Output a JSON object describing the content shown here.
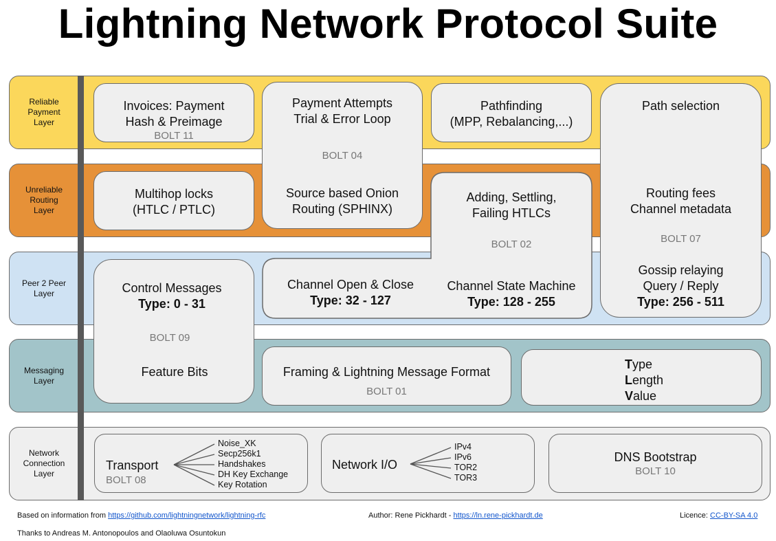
{
  "title": "Lightning Network Protocol Suite",
  "layers": [
    {
      "name": "Reliable\nPayment\nLayer",
      "color": "#fbd75b"
    },
    {
      "name": "Unreliable\nRouting\nLayer",
      "color": "#e69138"
    },
    {
      "name": "Peer 2 Peer\nLayer",
      "color": "#cfe2f3"
    },
    {
      "name": "Messaging\nLayer",
      "color": "#a2c4c9"
    },
    {
      "name": "Network\nConnection\nLayer",
      "color": "#efefef"
    }
  ],
  "boxes": {
    "invoices": {
      "line1": "Invoices: Payment",
      "line2": "Hash & Preimage",
      "bolt": "BOLT 11"
    },
    "payment_attempts": {
      "line1": "Payment Attempts",
      "line2": "Trial & Error Loop",
      "bolt": "BOLT 04",
      "line3": "Source based Onion",
      "line4": "Routing (SPHINX)"
    },
    "pathfinding": {
      "line1": "Pathfinding",
      "line2": "(MPP, Rebalancing,...)"
    },
    "path_selection": {
      "line1": "Path selection",
      "line2": "Routing fees",
      "line3": "Channel metadata",
      "bolt": "BOLT 07",
      "line4": "Gossip relaying",
      "line5": "Query / Reply",
      "type": "Type: 256 - 511"
    },
    "multihop": {
      "line1": "Multihop locks",
      "line2": "(HTLC / PTLC)"
    },
    "htlc": {
      "line1": "Adding, Settling,",
      "line2": "Failing HTLCs",
      "bolt": "BOLT 02",
      "line3": "Channel Open & Close",
      "type3": "Type: 32 - 127",
      "line4": "Channel State Machine",
      "type4": "Type: 128 - 255"
    },
    "control": {
      "line1": "Control Messages",
      "type": "Type: 0 - 31",
      "bolt": "BOLT 09",
      "line2": "Feature Bits"
    },
    "framing": {
      "line1": "Framing & Lightning Message Format",
      "bolt": "BOLT 01"
    },
    "tlv": {
      "l1a": "T",
      "l1b": "ype",
      "l2a": "L",
      "l2b": "ength",
      "l3a": "V",
      "l3b": "alue"
    },
    "transport": {
      "label": "Transport",
      "bolt": "BOLT 08",
      "items": [
        "Noise_XK",
        "Secp256k1",
        "Handshakes",
        "DH Key Exchange",
        "Key Rotation"
      ]
    },
    "network_io": {
      "label": "Network I/O",
      "items": [
        "IPv4",
        "IPv6",
        "TOR2",
        "TOR3"
      ]
    },
    "dns": {
      "label": "DNS Bootstrap",
      "bolt": "BOLT 10"
    }
  },
  "footer": {
    "based_on": "Based on information from ",
    "based_link": "https://github.com/lightningnetwork/lightning-rfc",
    "author": "Author: Rene Pickhardt - ",
    "author_link": "https://ln.rene-pickhardt.de",
    "licence": "Licence: ",
    "licence_link": "CC-BY-SA 4.0",
    "thanks": "Thanks to Andreas M. Antonopoulos and Olaoluwa Osuntokun"
  },
  "colors": {
    "link": "#1155cc",
    "divider": "#595959",
    "box_fill": "#efefef"
  }
}
